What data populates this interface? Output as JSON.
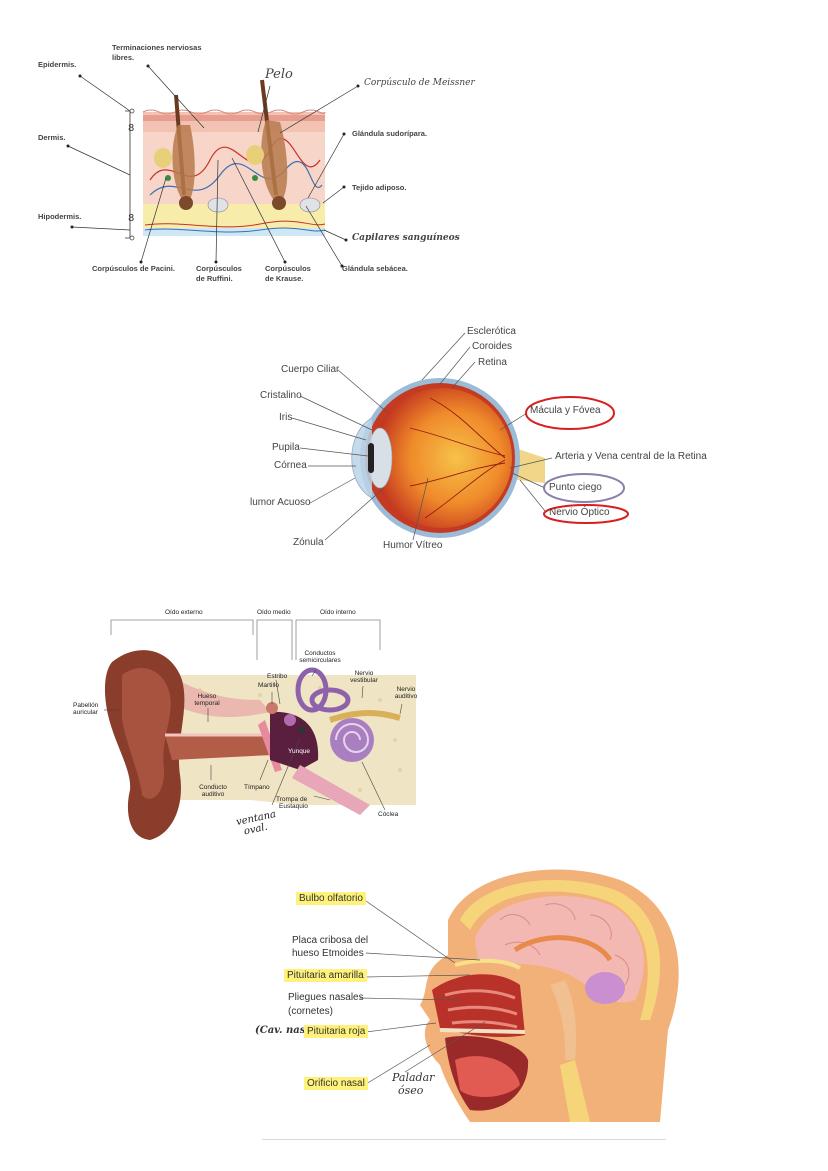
{
  "skin": {
    "terminaciones": "Terminaciones nerviosas libres.",
    "epidermis": "Epidermis.",
    "dermis": "Dermis.",
    "hipodermis": "Hipodermis.",
    "pelo": "Pelo",
    "meissner": "Corpúsculo de Meissner",
    "sudoripara": "Glándula sudorípara.",
    "adiposo": "Tejido adiposo.",
    "capilares": "Capilares sanguíneos",
    "pacini": "Corpúsculos de Pacini.",
    "ruffini_1": "Corpúsculos",
    "ruffini_2": "de Ruffini.",
    "krause_1": "Corpúsculos",
    "krause_2": "de Krause.",
    "sebacea": "Glándula sebácea."
  },
  "eye": {
    "esclerotica": "Esclerótica",
    "coroides": "Coroides",
    "retina": "Retina",
    "cuerpo_ciliar": "Cuerpo Ciliar",
    "cristalino": "Cristalino",
    "iris": "Iris",
    "pupila": "Pupila",
    "cornea": "Córnea",
    "humor_acuoso": "lumor Acuoso",
    "zonula": "Zónula",
    "humor_vitreo": "Humor Vítreo",
    "macula": "Mácula y Fóvea",
    "arteria": "Arteria y Vena central de la Retina",
    "punto_ciego": "Punto ciego",
    "nervio_optico": "Nervio Óptico"
  },
  "ear": {
    "externo": "Oído externo",
    "medio": "Oído medio",
    "interno": "Oído interno",
    "conductos_1": "Conductos",
    "conductos_2": "semicirculares",
    "estribo": "Estribo",
    "martillo": "Martillo",
    "nervio_vest_1": "Nervio",
    "nervio_vest_2": "vestibular",
    "nervio_aud_1": "Nervio",
    "nervio_aud_2": "auditivo",
    "pabellon_1": "Pabellón",
    "pabellon_2": "auricular",
    "hueso_1": "Hueso",
    "hueso_2": "temporal",
    "yunque": "Yunque",
    "conducto_1": "Conducto",
    "conducto_2": "auditivo",
    "timpano": "Tímpano",
    "trompa_1": "Trompa de",
    "trompa_2": "Eustaquio",
    "coclea": "Cóclea",
    "ventana_1": "ventana",
    "ventana_2": "oval."
  },
  "nose": {
    "bulbo": "Bulbo olfatorio",
    "placa_1": "Placa cribosa del",
    "placa_2": "hueso Etmoides",
    "amarilla": "Pituitaria amarilla",
    "pliegues_1": "Pliegues nasales",
    "pliegues_2": "(cornetes)",
    "cav_nasal": "(Cav. nasal)",
    "roja": "Pituitaria roja",
    "orificio": "Orificio nasal",
    "paladar_1": "Paladar",
    "paladar_2": "óseo"
  },
  "colors": {
    "highlight": "#fff27a",
    "red_circle": "#d81e1e",
    "purple_circle": "#8a7fa8"
  }
}
